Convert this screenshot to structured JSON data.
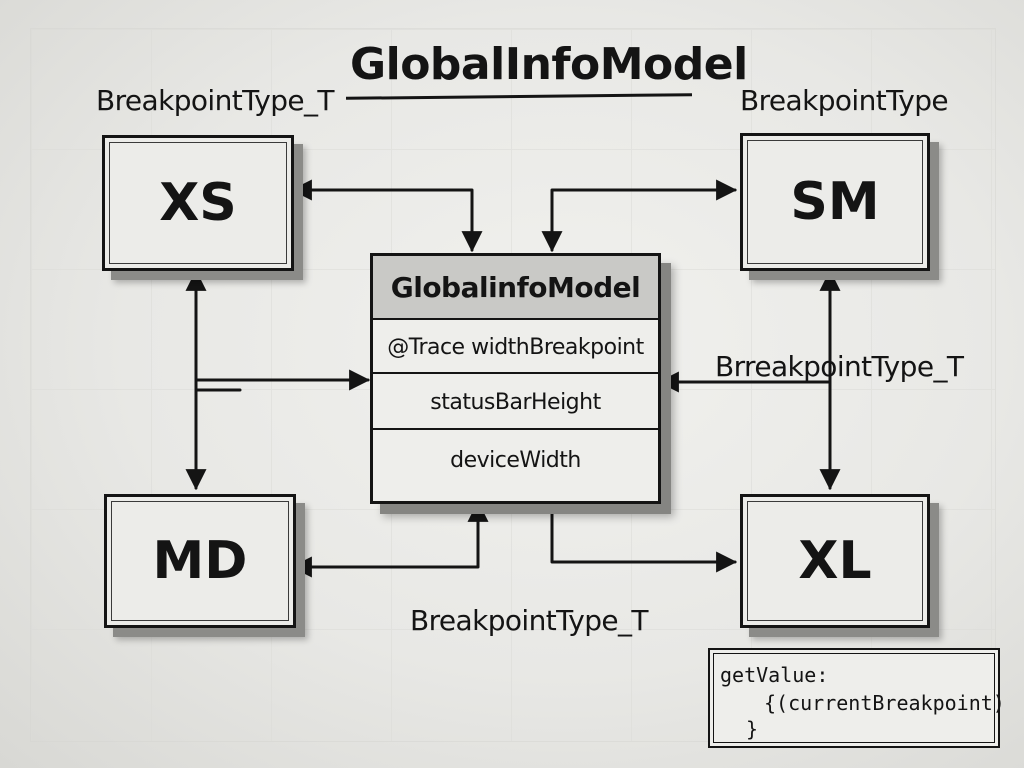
{
  "title": "GlobalInfoModel",
  "labels": {
    "top_left": "BreakpointType_T",
    "top_right": "BreakpointType",
    "middle_right": "BrreakpointType_T",
    "bottom_center": "BreakpointType_T"
  },
  "boxes": {
    "xs": "XS",
    "sm": "SM",
    "md": "MD",
    "xl": "XL"
  },
  "model": {
    "header": "GlobalinfoModel",
    "fields": [
      "@Trace widthBreakpoint",
      "statusBarHeight",
      "deviceWidth"
    ]
  },
  "code": {
    "line1": "getValue:",
    "line2": "{(currentBreakpoint)",
    "line3": "}"
  }
}
